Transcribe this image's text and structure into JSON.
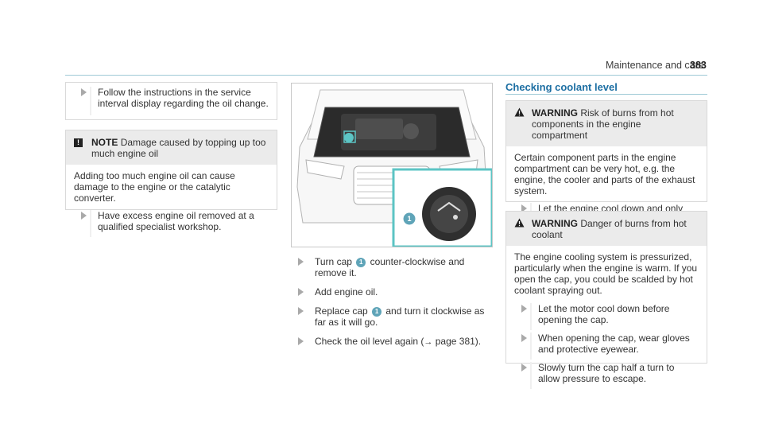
{
  "header": {
    "section": "Maintenance and care",
    "page_number": "383"
  },
  "col1": {
    "box1_step": "Follow the instructions in the service interval display regarding the oil change.",
    "note": {
      "icon": "exclamation-icon",
      "label": "NOTE",
      "title": "Damage caused by topping up too much engine oil",
      "body": "Adding too much engine oil can cause damage to the engine or the catalytic converter.",
      "step": "Have excess engine oil removed at a qualified specialist workshop."
    }
  },
  "col2": {
    "image_callout": "1",
    "steps": [
      {
        "pre": "Turn cap ",
        "badge": "1",
        "post": " counter-clockwise and remove it."
      },
      {
        "pre": "Add engine oil.",
        "badge": "",
        "post": ""
      },
      {
        "pre": "Replace cap ",
        "badge": "1",
        "post": " and turn it clockwise as far as it will go."
      },
      {
        "pre": "Check the oil level again (",
        "arrow": "→",
        "post": " page 381)."
      }
    ]
  },
  "col3": {
    "title": "Checking coolant level",
    "warning1": {
      "label": "WARNING",
      "title": "Risk of burns from hot components in the engine compartment",
      "body": "Certain component parts in the engine compartment can be very hot, e.g. the engine, the cooler and parts of the exhaust system.",
      "step": "Let the engine cool down and only touch the component parts described as follows."
    },
    "warning2": {
      "label": "WARNING",
      "title": "Danger of burns from hot coolant",
      "body": "The engine cooling system is pressurized, particularly when the engine is warm. If you open the cap, you could be scalded by hot coolant spraying out.",
      "steps": [
        "Let the motor cool down before opening the cap.",
        "When opening the cap, wear gloves and protective eyewear.",
        "Slowly turn the cap half a turn to allow pressure to escape."
      ]
    }
  },
  "colors": {
    "accent": "#1d6fa3",
    "rule": "#9ec9d6",
    "callout": "#5fa4b8",
    "highlight": "#5cc4c4"
  }
}
